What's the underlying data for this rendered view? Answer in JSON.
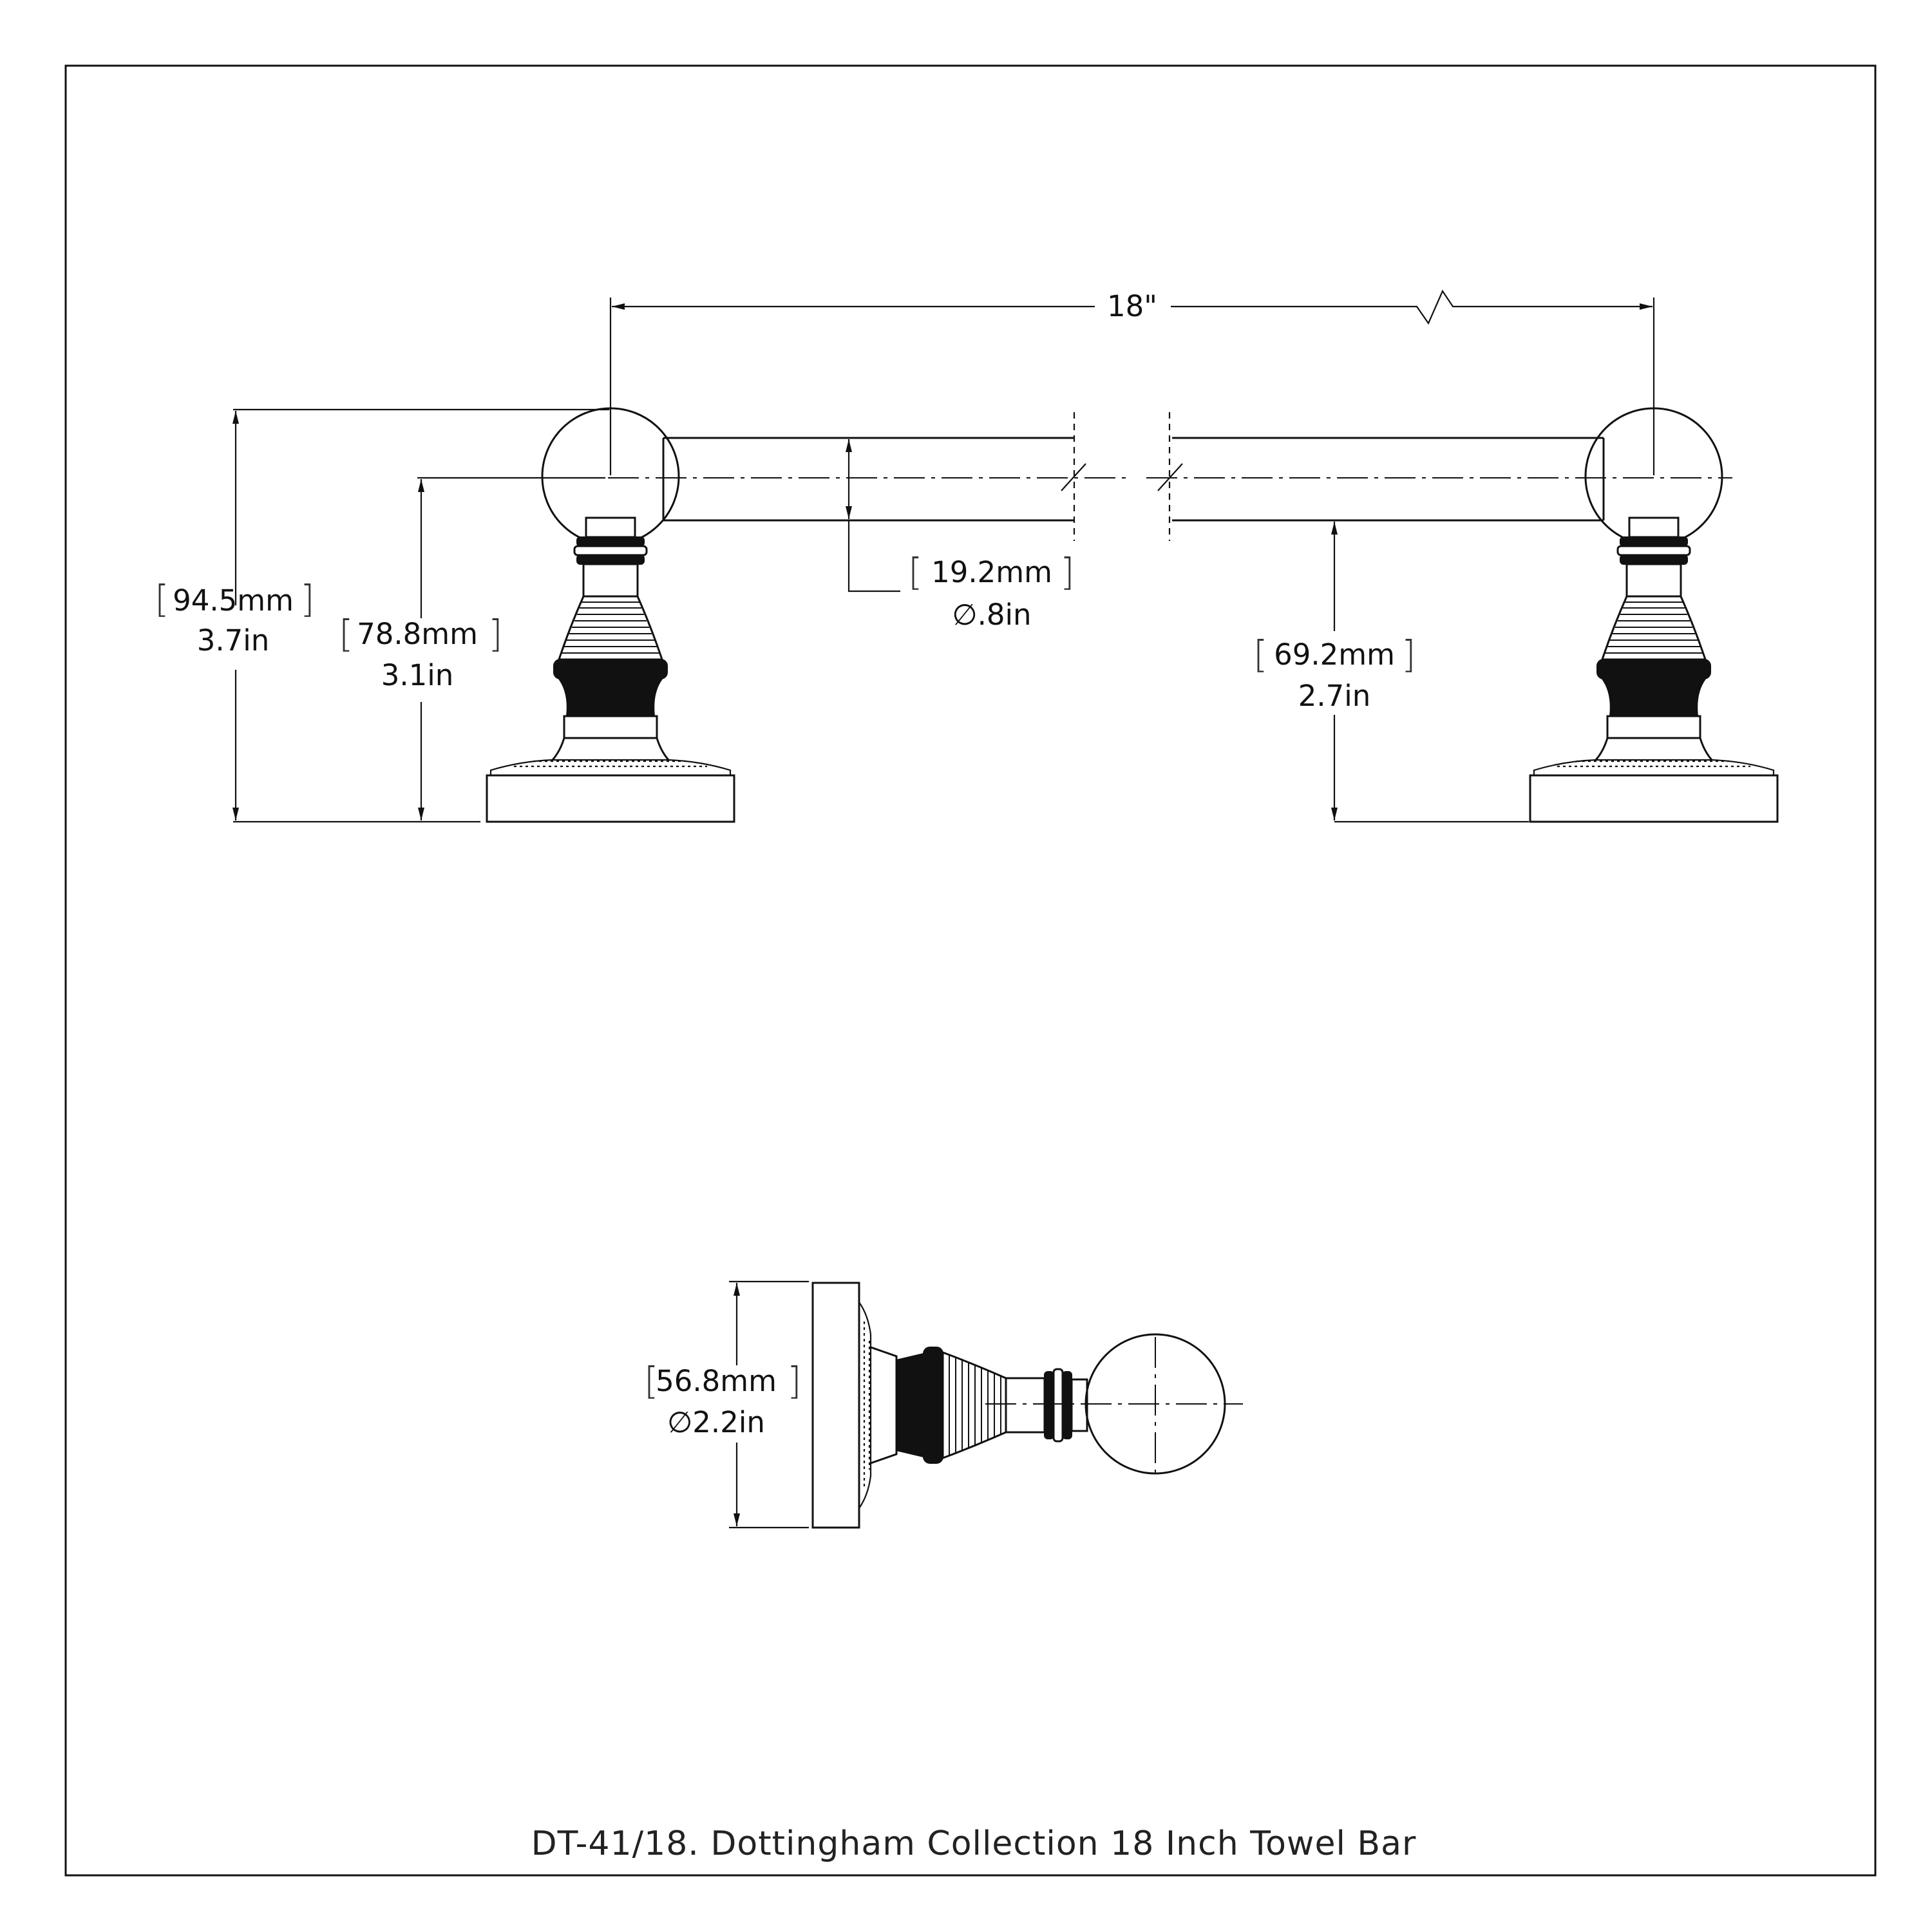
{
  "diagram": {
    "caption": "DT-41/18. Dottingham Collection 18 Inch Towel Bar",
    "dimensions": {
      "overall_length": "18\"",
      "total_height": {
        "mm": "94.5mm",
        "in": "3.7in"
      },
      "bar_center_height": {
        "mm": "78.8mm",
        "in": "3.1in"
      },
      "bar_diameter": {
        "mm": "19.2mm",
        "in": "∅.8in"
      },
      "bar_underside_clearance": {
        "mm": "69.2mm",
        "in": "2.7in"
      },
      "base_diameter": {
        "mm": "56.8mm",
        "in": "∅2.2in"
      }
    }
  }
}
